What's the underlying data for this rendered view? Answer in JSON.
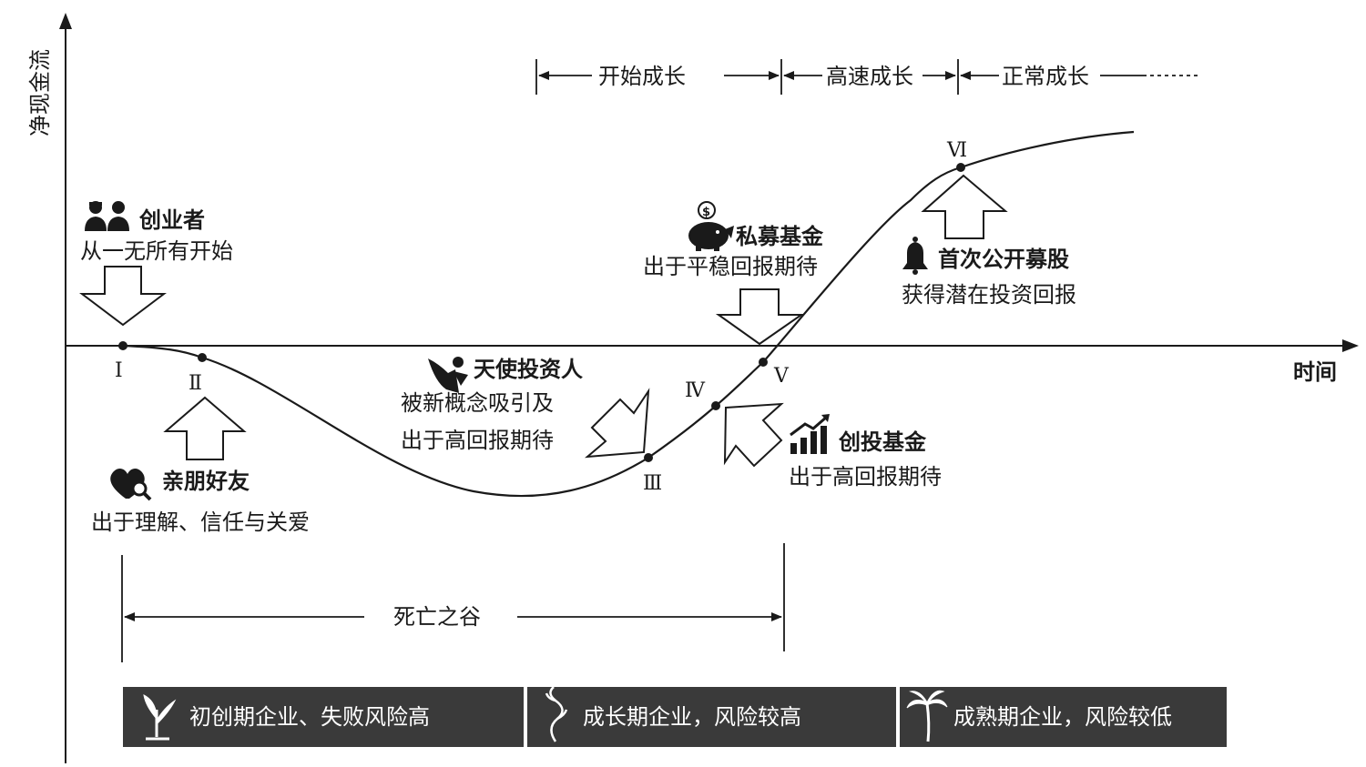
{
  "axes": {
    "y_label": "净现金流",
    "x_label": "时间"
  },
  "stages": [
    {
      "label": "开始成长"
    },
    {
      "label": "高速成长"
    },
    {
      "label": "正常成长"
    }
  ],
  "points": [
    "Ⅰ",
    "Ⅱ",
    "Ⅲ",
    "Ⅳ",
    "Ⅴ",
    "Ⅵ"
  ],
  "investors": [
    {
      "title": "创业者",
      "desc": "从一无所有开始",
      "icon": "founders-icon"
    },
    {
      "title": "亲朋好友",
      "desc": "出于理解、信任与关爱",
      "icon": "heart-search-icon"
    },
    {
      "title": "天使投资人",
      "desc_line1": "被新概念吸引及",
      "desc_line2": "出于高回报期待",
      "icon": "angel-icon"
    },
    {
      "title": "私募基金",
      "desc": "出于平稳回报期待",
      "icon": "piggy-bank-icon"
    },
    {
      "title": "创投基金",
      "desc": "出于高回报期待",
      "icon": "growth-chart-icon"
    },
    {
      "title": "首次公开募股",
      "desc": "获得潜在投资回报",
      "icon": "bell-icon"
    }
  ],
  "valley": {
    "label": "死亡之谷"
  },
  "bands": [
    {
      "label": "初创期企业、失败风险高",
      "icon": "sprout-icon"
    },
    {
      "label": "成长期企业，风险较高",
      "icon": "vine-icon"
    },
    {
      "label": "成熟期企业，风险较低",
      "icon": "palm-tree-icon"
    }
  ],
  "colors": {
    "band_bg": "#3a3a3a",
    "line": "#1a1a1a",
    "background": "#ffffff"
  }
}
